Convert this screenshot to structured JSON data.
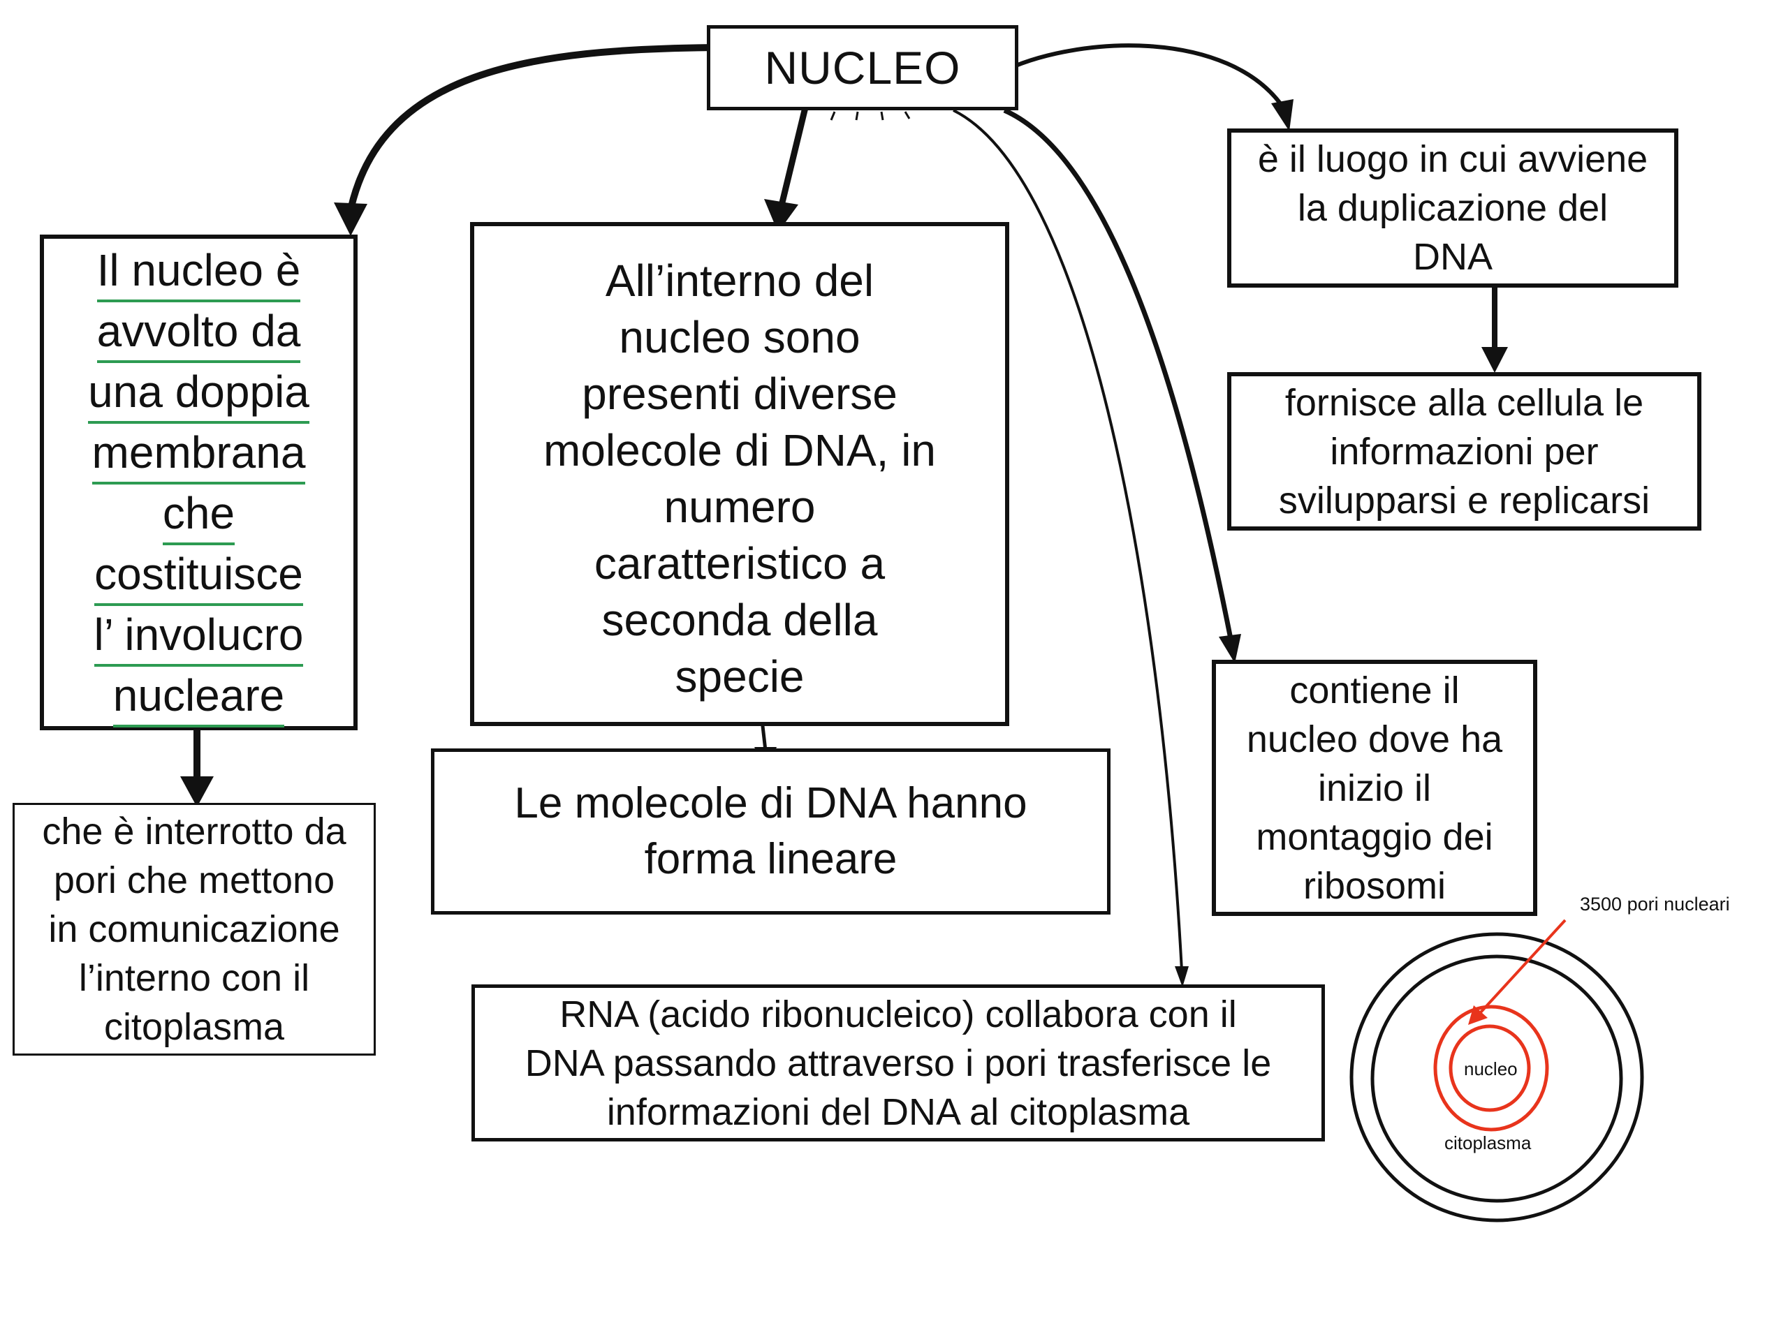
{
  "title": "NUCLEO",
  "title_highlight_color": "#f6f23a",
  "underline_color": "#2d9b52",
  "boxes": {
    "left": {
      "lines": [
        "Il nucleo è",
        "avvolto da",
        "una doppia",
        "membrana",
        "che",
        "costituisce",
        "l’ involucro",
        "nucleare"
      ]
    },
    "center": {
      "lines": [
        "All’interno del",
        "nucleo sono",
        "presenti diverse",
        "molecole di DNA, in",
        "numero",
        "caratteristico a",
        "seconda della",
        "specie"
      ]
    },
    "right_top": {
      "lines": [
        "è il luogo in cui avviene",
        "la duplicazione del",
        "DNA"
      ]
    },
    "right_second": {
      "lines": [
        "fornisce alla cellula le",
        "informazioni per",
        "svilupparsi e replicarsi"
      ]
    },
    "right_third": {
      "lines": [
        "contiene il",
        "nucleo dove ha",
        "inizio il",
        "montaggio dei",
        "ribosomi"
      ]
    },
    "left_bottom": {
      "lines": [
        "che è interrotto da",
        "pori che mettono",
        "in comunicazione",
        "l’interno con il",
        "citoplasma"
      ]
    },
    "molecules": {
      "lines": [
        "Le molecole di DNA hanno",
        "forma lineare"
      ]
    },
    "rna": {
      "lines": [
        "RNA (acido ribonucleico) collabora con il",
        "DNA passando attraverso i pori trasferisce le",
        "informazioni del DNA al citoplasma"
      ]
    }
  },
  "cell_figure": {
    "pores_label": "3500 pori nucleari",
    "nucleus_label": "nucleo",
    "cytoplasm_label": "citoplasma",
    "nucleus_color": "#e8341c",
    "membrane_color": "#111111"
  }
}
